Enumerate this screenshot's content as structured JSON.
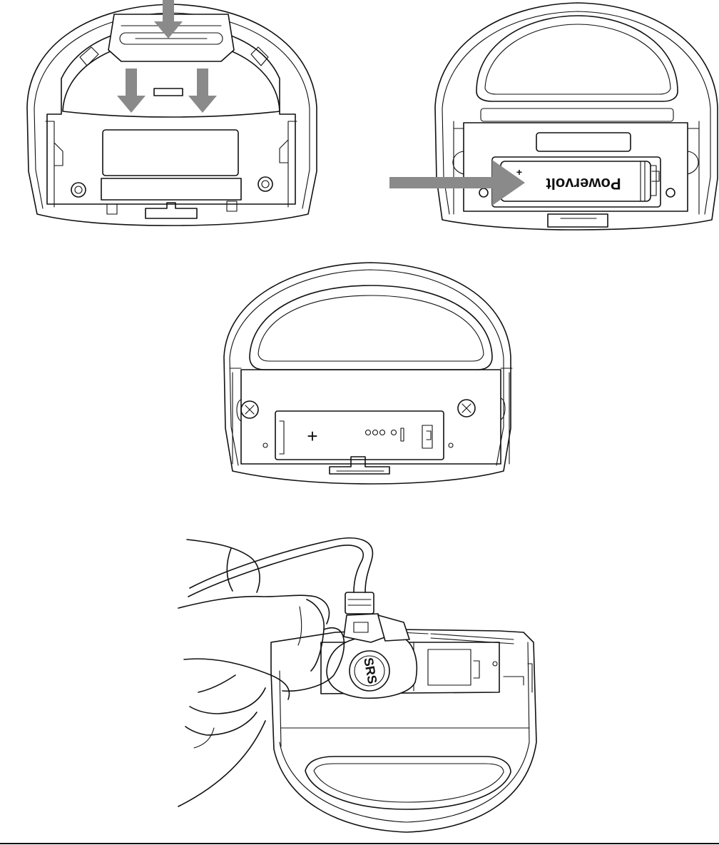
{
  "figure": {
    "panels": [
      {
        "id": "step-1",
        "description_icon": "press-release-arrows-icon"
      },
      {
        "id": "step-2",
        "description_icon": "insert-battery-arrow-icon"
      },
      {
        "id": "step-3",
        "description_icon": "open-battery-compartment-icon"
      },
      {
        "id": "step-4",
        "description_icon": "connect-cable-icon"
      }
    ],
    "battery": {
      "brand_text": "Powervolt",
      "polarity_mark": "+"
    },
    "compartment": {
      "polarity_mark": "+"
    },
    "connector": {
      "logo_text": "SRS"
    },
    "arrow_color": "#8a8a8a",
    "line_color": "#111111"
  }
}
